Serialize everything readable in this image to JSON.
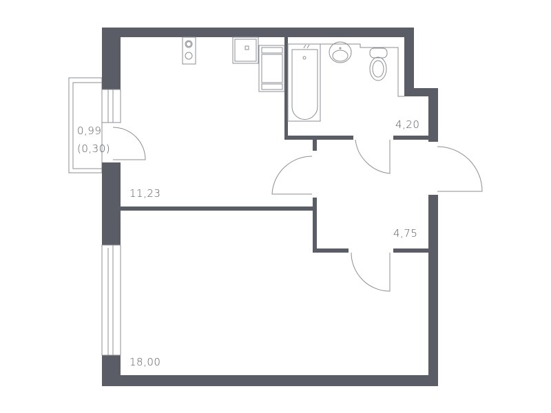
{
  "plan": {
    "type": "apartment-floor-plan",
    "wall_color": "#5a5d65",
    "line_color": "#8a8d93",
    "text_color": "#55585f"
  },
  "rooms": [
    {
      "id": "balcony",
      "area": "0,99",
      "area_note": "(0,30)"
    },
    {
      "id": "kitchen",
      "area": "11,23"
    },
    {
      "id": "bathroom",
      "area": "4,20"
    },
    {
      "id": "hallway",
      "area": "4,75"
    },
    {
      "id": "living-room",
      "area": "18,00"
    }
  ]
}
